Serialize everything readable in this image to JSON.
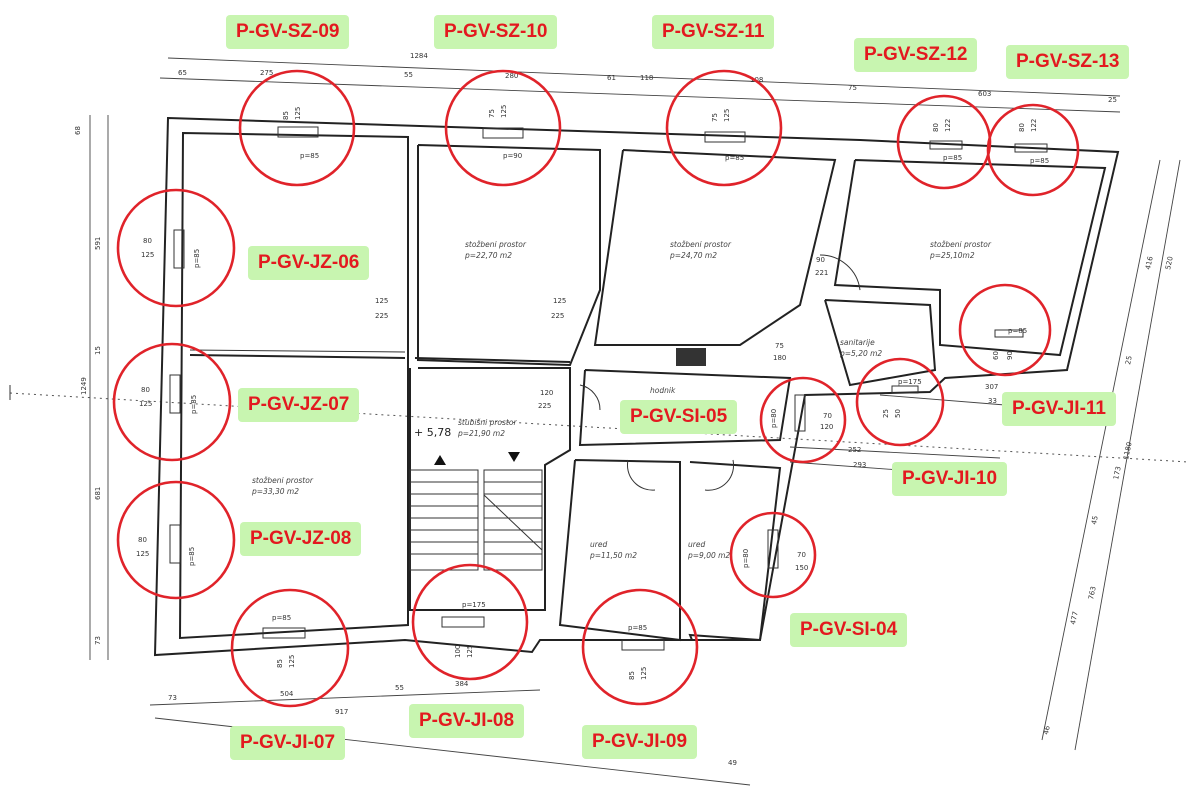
{
  "tags": {
    "sz09": "P-GV-SZ-09",
    "sz10": "P-GV-SZ-10",
    "sz11": "P-GV-SZ-11",
    "sz12": "P-GV-SZ-12",
    "sz13": "P-GV-SZ-13",
    "jz06": "P-GV-JZ-06",
    "jz07": "P-GV-JZ-07",
    "jz08": "P-GV-JZ-08",
    "si05": "P-GV-SI-05",
    "si04": "P-GV-SI-04",
    "ji11": "P-GV-JI-11",
    "ji10": "P-GV-JI-10",
    "ji07": "P-GV-JI-07",
    "ji08": "P-GV-JI-08",
    "ji09": "P-GV-JI-09"
  },
  "rooms": {
    "r1": {
      "name": "stožbeni prostor",
      "area": "p=22,70 m2"
    },
    "r2": {
      "name": "stožbeni prostor",
      "area": "p=24,70 m2"
    },
    "r3": {
      "name": "stožbeni prostor",
      "area": "p=25,10m2"
    },
    "r4": {
      "name": "stožbeni prostor",
      "area": "p=33,30 m2"
    },
    "r5": {
      "name": "stubišni prostor",
      "area": "p=21,90 m2"
    },
    "r6": {
      "name": "sanitarije",
      "area": "p=5,20 m2"
    },
    "r7": {
      "name": "hodnik",
      "area": ""
    },
    "r8": {
      "name": "ured",
      "area": "p=11,50 m2"
    },
    "r9": {
      "name": "ured",
      "area": "p=9,00 m2"
    }
  },
  "level": "+ 5,78",
  "dims": {
    "top_total": "1284",
    "top_a": "65",
    "top_b": "275",
    "top_c": "55",
    "top_d": "280",
    "top_e": "61",
    "top_f": "118",
    "top_g": "108",
    "top_h": "75",
    "top_i": "603",
    "top_j": "25",
    "left_a": "68",
    "left_b": "591",
    "left_c": "15",
    "left_d": "1249",
    "left_e": "681",
    "left_f": "73",
    "bot_a": "73",
    "bot_b": "504",
    "bot_c": "917",
    "bot_d": "55",
    "bot_e": "384",
    "bot_f": "49",
    "right_a": "416",
    "right_b": "520",
    "right_c": "25",
    "right_d": "173",
    "right_e": "45",
    "right_f": "477",
    "right_g": "763",
    "right_h": "46",
    "right_i": "1180",
    "mid_a": "307",
    "mid_b": "33",
    "mid_c": "252",
    "mid_d": "293",
    "door_a": "125",
    "door_b": "225",
    "door_c": "125",
    "door_d": "225",
    "door_e": "120",
    "door_f": "225",
    "door_g": "90",
    "door_h": "221",
    "door_i": "75",
    "door_j": "180"
  },
  "windows": {
    "w09": {
      "top": "85",
      "bot": "125",
      "p": "p=85"
    },
    "w10": {
      "top": "75",
      "bot": "125",
      "p": "p=90"
    },
    "w11": {
      "top": "75",
      "bot": "125",
      "p": "p=85"
    },
    "w12": {
      "top": "80",
      "bot": "122",
      "p": "p=85"
    },
    "w13": {
      "top": "80",
      "bot": "122",
      "p": "p=85"
    },
    "w06": {
      "top": "80",
      "bot": "125",
      "p": "p=85"
    },
    "w07": {
      "top": "80",
      "bot": "125",
      "p": "p=85"
    },
    "w08": {
      "top": "80",
      "bot": "125",
      "p": "p=85"
    },
    "w07b": {
      "top": "85",
      "bot": "125",
      "p": "p=85"
    },
    "w08b": {
      "top": "100",
      "bot": "125",
      "p": "p=175"
    },
    "w09b": {
      "top": "85",
      "bot": "125",
      "p": "p=85"
    },
    "w04": {
      "top": "70",
      "bot": "150",
      "p": "p=80"
    },
    "w05": {
      "top": "70",
      "bot": "120",
      "p": "p=80"
    },
    "w10b": {
      "top": "25",
      "bot": "50",
      "p": "p=175"
    },
    "w11b": {
      "top": "60",
      "bot": "90",
      "p": "p=85"
    }
  }
}
